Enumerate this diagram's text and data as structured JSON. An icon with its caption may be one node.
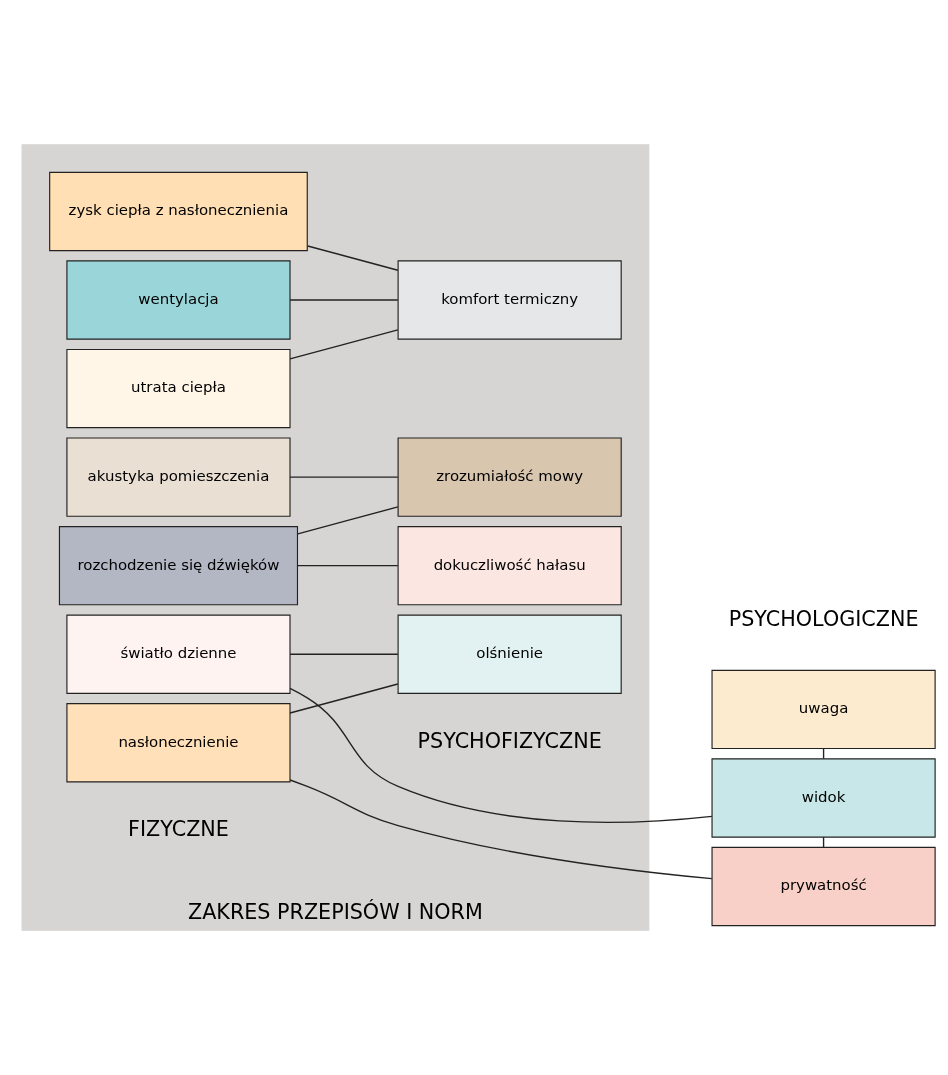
{
  "diagram": {
    "nodes": [
      {
        "text": [
          "ZAKRES PRZEPISÓW I NORM"
        ]
      },
      {
        "text": [
          "utrata ciepła"
        ],
        "in": 0
      },
      {
        "text": [
          "zysk ciepła z nasłonecznienia"
        ],
        "in": 0
      },
      {
        "text": [
          "wentylacja"
        ],
        "in": 0
      },
      {
        "text": [
          "komfort termiczny"
        ],
        "in": 0
      },
      {
        "text": [
          "uwaga"
        ]
      },
      {
        "text": [
          "akustyka pomieszczenia"
        ],
        "in": 0
      },
      {
        "text": [
          "zrozumiałość mowy"
        ],
        "in": 0
      },
      {
        "text": [
          "rozchodzenie się dźwięków"
        ],
        "in": 0
      },
      {
        "text": [
          "dokuczliwość hałasu"
        ],
        "in": 0
      },
      {
        "text": [
          "światło dzienne"
        ],
        "in": 0
      },
      {
        "text": [
          "widok"
        ]
      },
      {
        "text": [
          "olśnienie"
        ],
        "in": 0
      },
      {
        "text": [
          "nasłonecznienie"
        ],
        "in": 0
      },
      {
        "text": [
          "prywatność"
        ]
      }
    ],
    "edges": [
      {
        "from": 1,
        "to": 4,
        "arrow": "none"
      },
      {
        "from": 2,
        "to": 4,
        "arrow": "none"
      },
      {
        "from": 3,
        "to": 4,
        "arrow": "none"
      },
      {
        "from": 5,
        "to": 11,
        "arrow": "none"
      },
      {
        "from": 6,
        "to": 7,
        "arrow": "none"
      },
      {
        "from": 8,
        "to": 7,
        "arrow": "none"
      },
      {
        "from": 8,
        "to": 9,
        "arrow": "none"
      },
      {
        "from": 10,
        "to": 11,
        "arrow": "none"
      },
      {
        "from": 10,
        "to": 12,
        "arrow": "none"
      },
      {
        "from": 13,
        "to": 12,
        "arrow": "none"
      },
      {
        "from": 13,
        "to": 14,
        "arrow": "none"
      },
      {
        "from": 11,
        "to": 14,
        "arrow": "none"
      }
    ],
    "labels": [
      "FIZYCZNE",
      "PSYCHOFIZYCZNE",
      "PSYCHOLOGICZNE"
    ]
  }
}
